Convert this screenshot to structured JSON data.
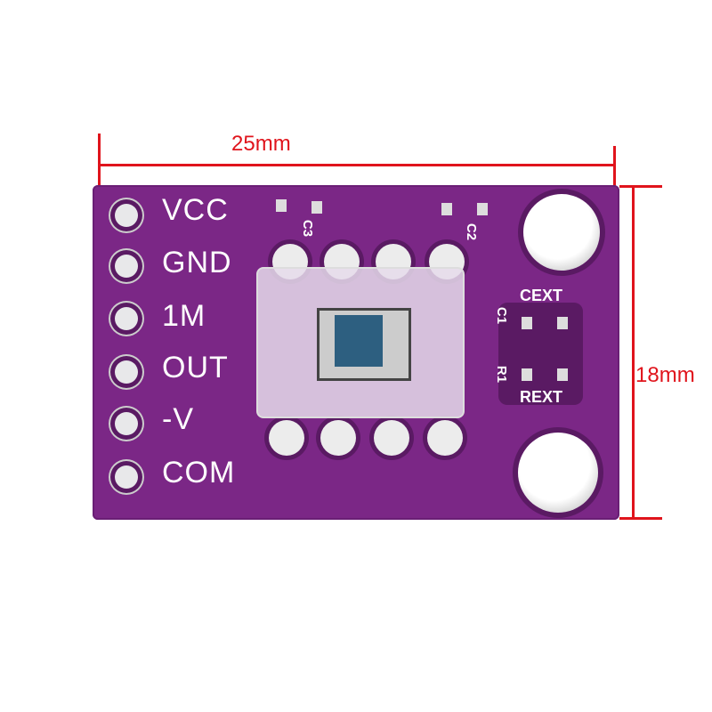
{
  "dimensions": {
    "width_label": "25mm",
    "height_label": "18mm",
    "line_color": "#e0141c"
  },
  "board": {
    "color": "#7b2786",
    "pins": [
      "VCC",
      "GND",
      "1M",
      "OUT",
      "-V",
      "COM"
    ],
    "silkscreen": {
      "cext": "CEXT",
      "rext": "REXT",
      "c1": "C1",
      "r1": "R1",
      "c2": "C2",
      "c3": "C3"
    }
  }
}
